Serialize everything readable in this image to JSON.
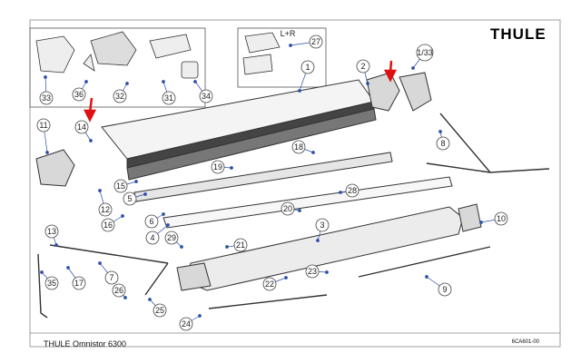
{
  "brand": {
    "logo_text": "THULE"
  },
  "footer": {
    "product": "THULE Omnistor 6300",
    "drawing_code": "6CA601-00"
  },
  "callouts": [
    "1",
    "2",
    "3",
    "4",
    "5",
    "6",
    "7",
    "8",
    "9",
    "10",
    "11",
    "12",
    "13",
    "14",
    "15",
    "16",
    "17",
    "18",
    "19",
    "20",
    "21",
    "22",
    "23",
    "24",
    "25",
    "26",
    "27",
    "28",
    "29",
    "31",
    "32",
    "33",
    "34",
    "35",
    "36",
    "1/33",
    "L+R"
  ],
  "colors": {
    "leader": "#2a4ea8",
    "accent_arrow": "#e01010",
    "line": "#333333"
  }
}
